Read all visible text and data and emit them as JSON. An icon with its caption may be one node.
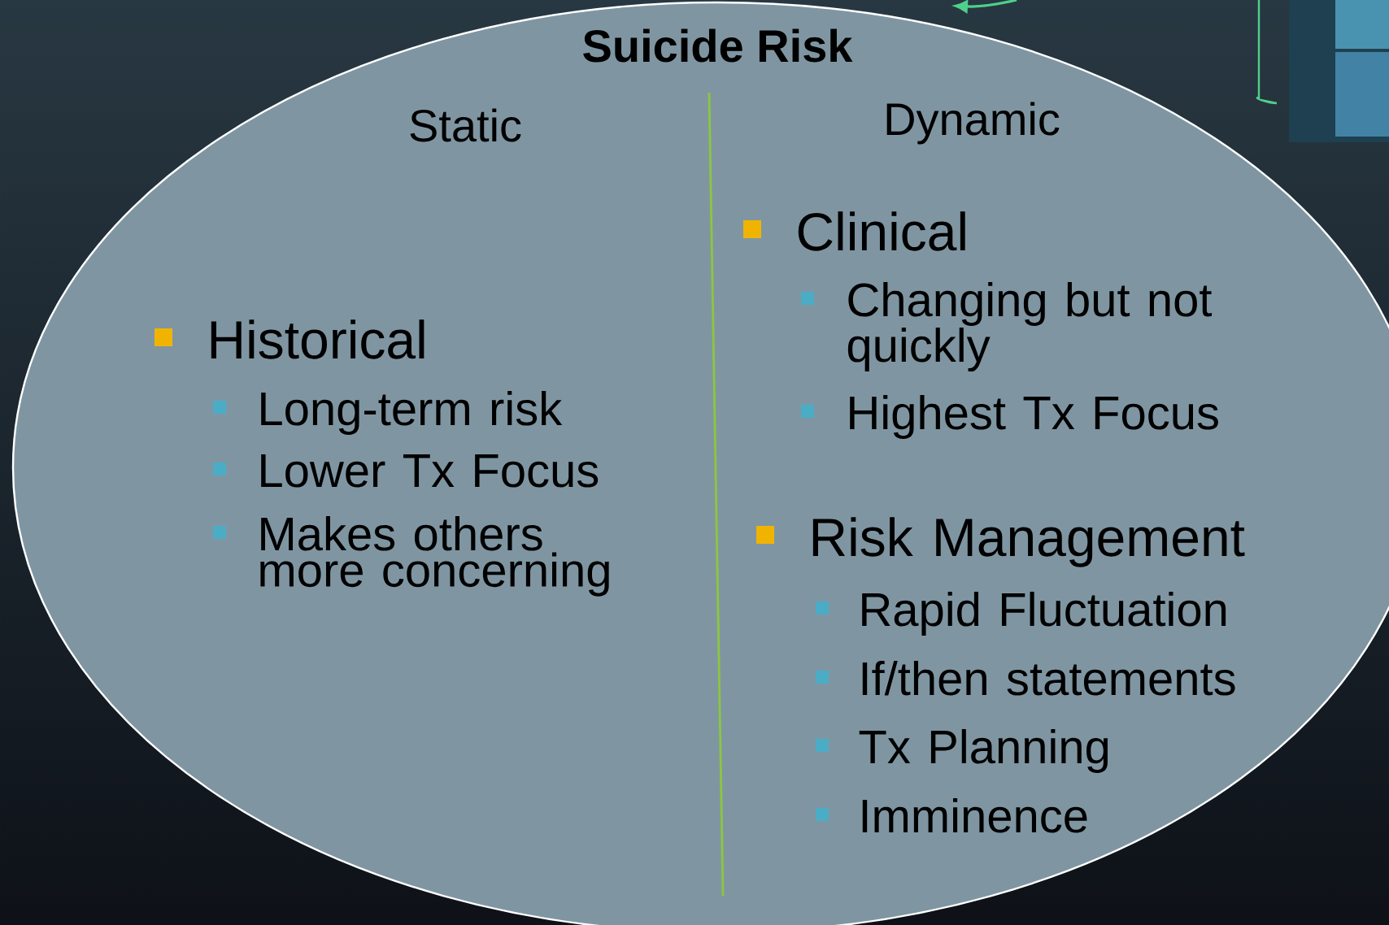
{
  "diagram": {
    "nodes": [
      {
        "text": [
          "Suicide Risk",
          "Static",
          "Dynamic",
          "Historical",
          "Long-term risk",
          "Lower Tx Focus",
          "Makes others more concerning",
          "Clinical",
          "Changing but not quickly",
          "Highest Tx Focus",
          "Risk Management",
          "Rapid Fluctuation",
          "If/then statements",
          "Tx Planning",
          "Imminence"
        ]
      }
    ]
  }
}
